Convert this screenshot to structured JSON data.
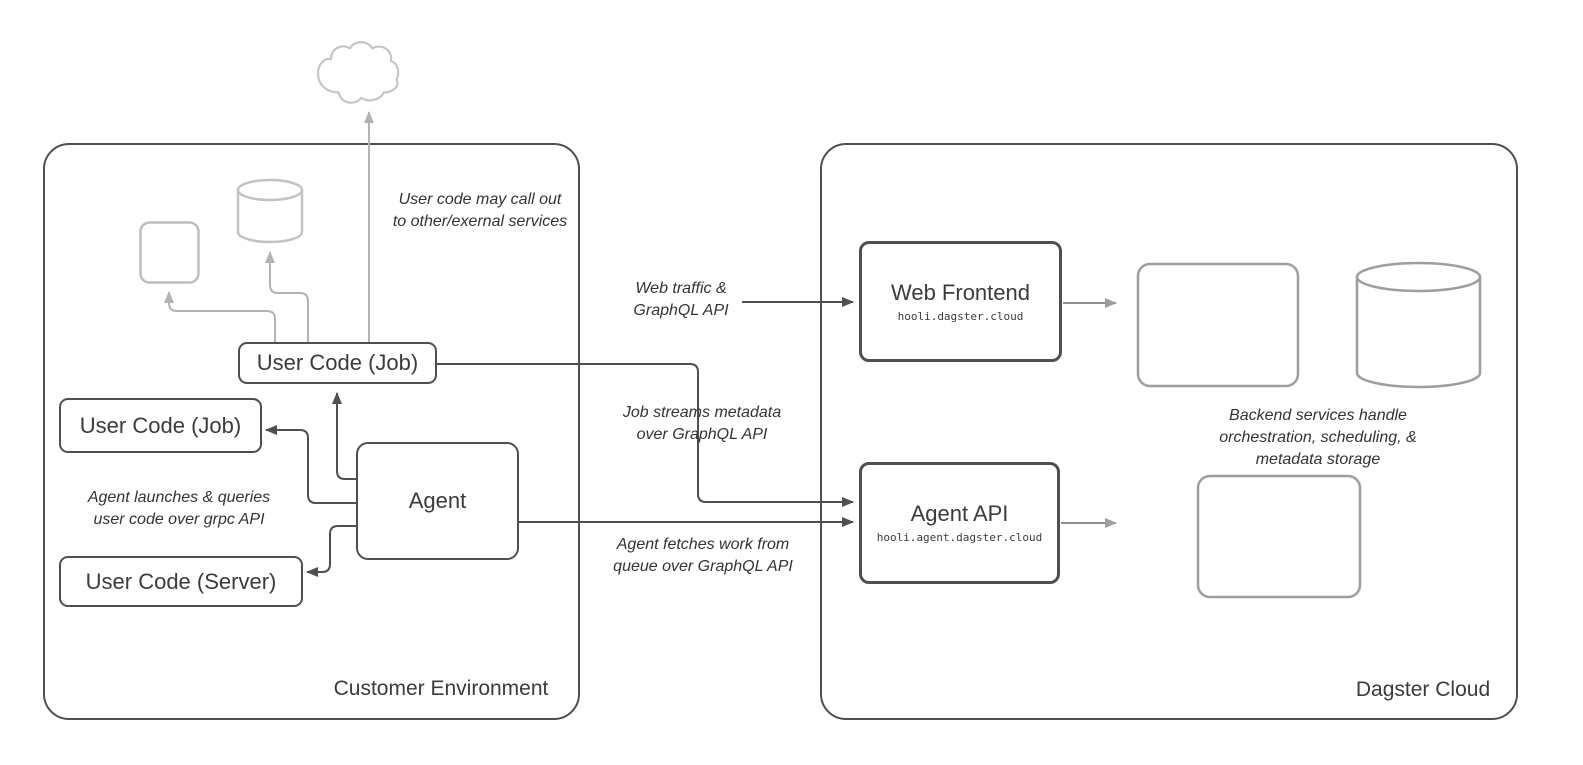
{
  "containers": {
    "customer": {
      "label": "Customer Environment"
    },
    "dagster": {
      "label": "Dagster Cloud"
    }
  },
  "nodes": {
    "user_code_job_top": {
      "label": "User Code (Job)"
    },
    "user_code_job_left": {
      "label": "User Code (Job)"
    },
    "user_code_server": {
      "label": "User Code (Server)"
    },
    "agent": {
      "label": "Agent"
    },
    "web_frontend": {
      "title": "Web Frontend",
      "subtitle": "hooli.dagster.cloud"
    },
    "agent_api": {
      "title": "Agent API",
      "subtitle": "hooli.agent.dagster.cloud"
    }
  },
  "annotations": {
    "external_services": {
      "line1": "User code may call out",
      "line2": "to other/exernal services"
    },
    "agent_launches": {
      "line1": "Agent launches & queries",
      "line2": "user code over grpc API"
    },
    "web_traffic": {
      "line1": "Web traffic &",
      "line2": "GraphQL API"
    },
    "job_streams": {
      "line1": "Job streams metadata",
      "line2": "over GraphQL API"
    },
    "agent_fetches": {
      "line1": "Agent fetches work from",
      "line2": "queue over GraphQL API"
    },
    "backend_services": {
      "line1": "Backend services handle",
      "line2": "orchestration, scheduling, &",
      "line3": "metadata storage"
    }
  },
  "colors": {
    "dark_stroke": "#4f4f4f",
    "light_stroke": "#b3b3b3",
    "mid_stroke": "#9e9e9e",
    "text": "#3b3b3b"
  }
}
